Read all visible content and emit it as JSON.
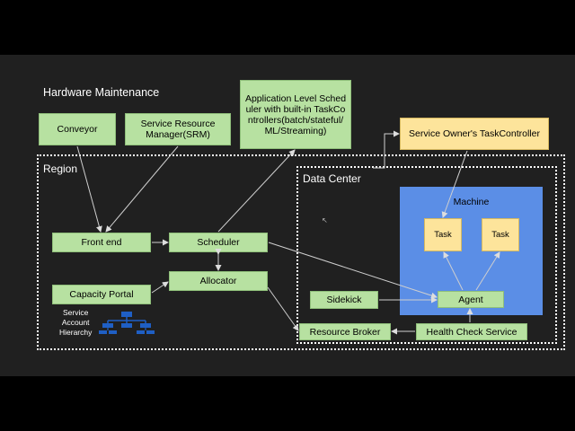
{
  "title": "Hardware Maintenance",
  "regions": {
    "region": "Region",
    "data_center": "Data Center",
    "machine": "Machine"
  },
  "boxes": {
    "conveyor": "Conveyor",
    "srm": "Service Resource Manager(SRM)",
    "app_scheduler": "Application Level Scheduler with built-in TaskControllers(batch/stateful/ML/Streaming)",
    "task_controller": "Service Owner's TaskController",
    "front_end": "Front end",
    "scheduler": "Scheduler",
    "allocator": "Allocator",
    "capacity_portal": "Capacity Portal",
    "sidekick": "Sidekick",
    "resource_broker": "Resource Broker",
    "health_check": "Health Check Service",
    "agent": "Agent",
    "task_1": "Task",
    "task_2": "Task"
  },
  "hierarchy_label": "Service\nAccount\nHierarchy",
  "colors": {
    "background": "#202020",
    "component": "#b7e1a1",
    "task_controller": "#fde49b",
    "machine": "#5b8ee6",
    "task": "#fde49b",
    "hierarchy_icon": "#1f5fc4"
  }
}
